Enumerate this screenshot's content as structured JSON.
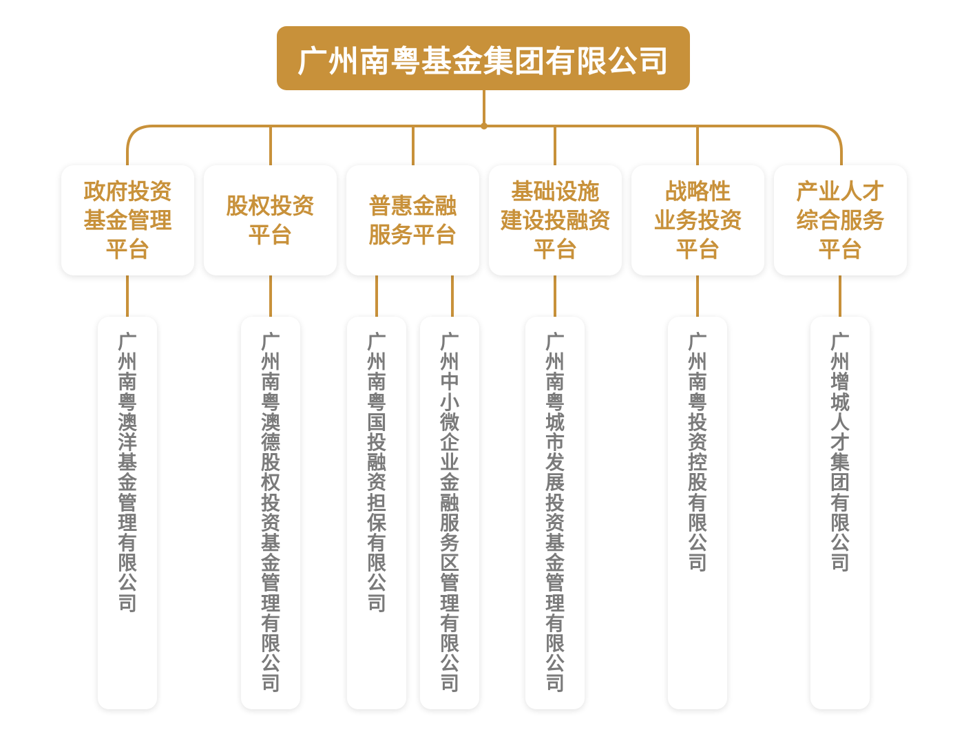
{
  "root": {
    "title": "广州南粤基金集团有限公司"
  },
  "colors": {
    "accent": "#c8913a",
    "company_text": "#7a7a7a"
  },
  "platforms": [
    {
      "label": "政府投资\n基金管理\n平台",
      "companies": [
        "广州南粤澳洋基金管理有限公司"
      ]
    },
    {
      "label": "股权投资\n平台",
      "companies": [
        "广州南粤澳德股权投资基金管理有限公司"
      ]
    },
    {
      "label": "普惠金融\n服务平台",
      "companies": [
        "广州南粤国投融资担保有限公司",
        "广州中小微企业金融服务区管理有限公司"
      ]
    },
    {
      "label": "基础设施\n建设投融资\n平台",
      "companies": [
        "广州南粤城市发展投资基金管理有限公司"
      ]
    },
    {
      "label": "战略性\n业务投资\n平台",
      "companies": [
        "广州南粤投资控股有限公司"
      ]
    },
    {
      "label": "产业人才\n综合服务\n平台",
      "companies": [
        "广州增城人才集团有限公司"
      ]
    }
  ]
}
